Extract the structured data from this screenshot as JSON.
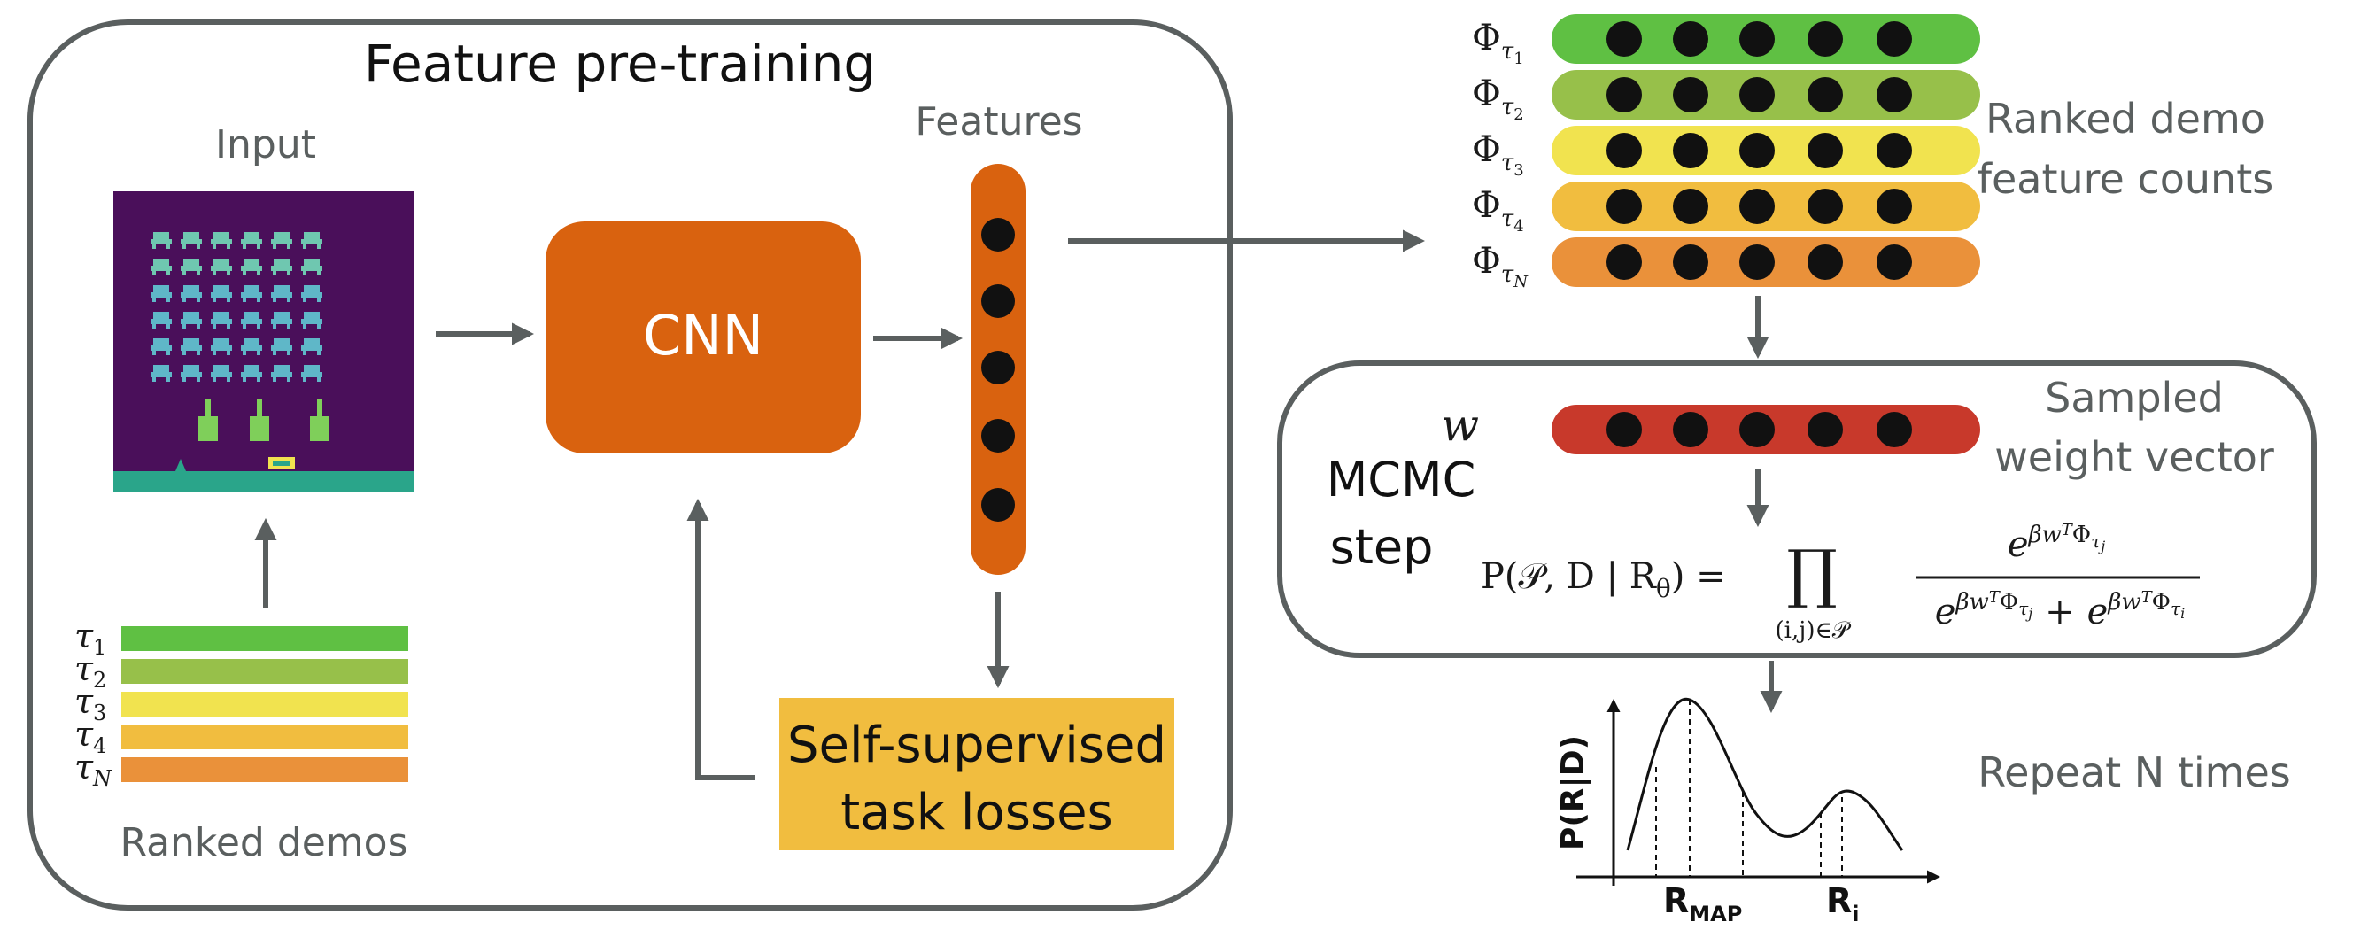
{
  "pretrain": {
    "title": "Feature pre-training",
    "input_label": "Input",
    "features_label": "Features",
    "cnn_label": "CNN",
    "loss_label_line1": "Self-supervised",
    "loss_label_line2": "task losses",
    "ranked_demos_label": "Ranked demos",
    "demos": [
      {
        "symbol": "τ",
        "sub": "1",
        "color": "#5fc043"
      },
      {
        "symbol": "τ",
        "sub": "2",
        "color": "#97c04a"
      },
      {
        "symbol": "τ",
        "sub": "3",
        "color": "#f1e34f"
      },
      {
        "symbol": "τ",
        "sub": "4",
        "color": "#f1bd3f"
      },
      {
        "symbol": "τ",
        "sub": "N",
        "color": "#ea913a"
      }
    ]
  },
  "feature_counts": {
    "label_line1": "Ranked demo",
    "label_line2": "feature counts",
    "rows": [
      {
        "symbol": "Φ",
        "sub_symbol": "τ",
        "sub": "1",
        "color": "#5fc043"
      },
      {
        "symbol": "Φ",
        "sub_symbol": "τ",
        "sub": "2",
        "color": "#97c04a"
      },
      {
        "symbol": "Φ",
        "sub_symbol": "τ",
        "sub": "3",
        "color": "#f1e34f"
      },
      {
        "symbol": "Φ",
        "sub_symbol": "τ",
        "sub": "4",
        "color": "#f1bd3f"
      },
      {
        "symbol": "Φ",
        "sub_symbol": "τ",
        "sub": "N",
        "color": "#ea913a"
      }
    ]
  },
  "mcmc": {
    "label_line1": "MCMC",
    "label_line2": "step",
    "w_symbol": "w",
    "w_color": "#c8392b",
    "weight_label_line1": "Sampled",
    "weight_label_line2": "weight vector",
    "formula_lhs": "P(𝒫, D | R",
    "formula_lhs_sub": "θ",
    "formula_lhs_close": ") =",
    "prod_symbol": "∏",
    "prod_sub": "(i,j)∈𝒫",
    "num_base": "e",
    "num_exp": "βw",
    "num_exp_T": "T",
    "num_exp_phi": "Φ",
    "num_exp_tau": "τ",
    "num_exp_j": "j",
    "den_exp_i": "i",
    "den_plus": "+"
  },
  "posterior": {
    "ylabel": "P(R|D)",
    "r_map": "R",
    "r_map_sub": "MAP",
    "r_i": "R",
    "r_i_sub": "i",
    "repeat_label": "Repeat N times"
  },
  "colors": {
    "frame": "#5a5f5f",
    "cnn": "#d9620f",
    "feature_bar": "#d9620f",
    "loss_box": "#f1bd3f",
    "game_bg": "#4a0f5a",
    "game_ground": "#2aa58a"
  }
}
